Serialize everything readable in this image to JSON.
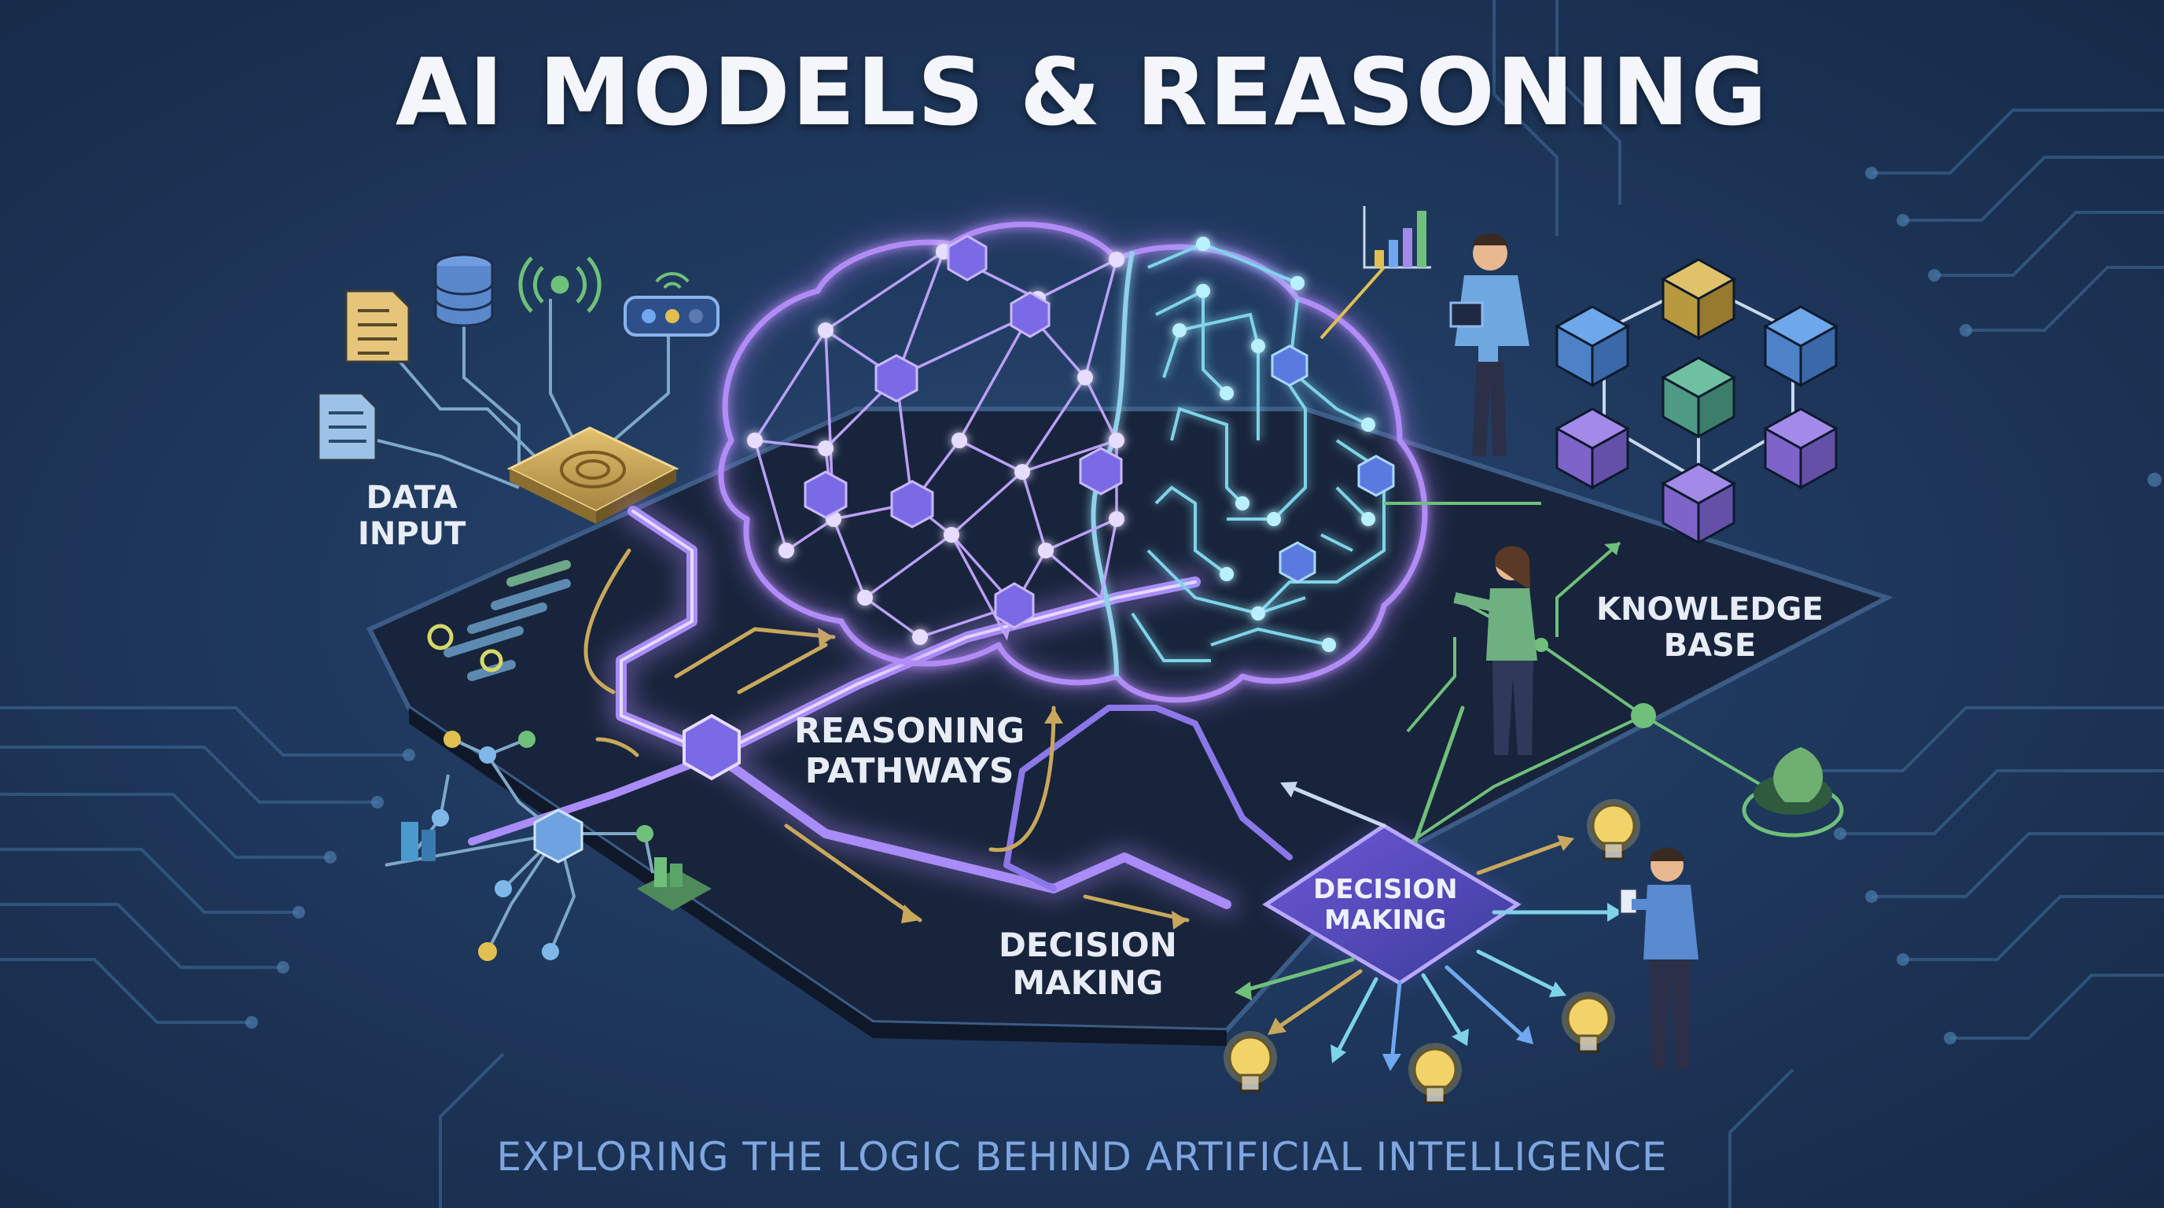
{
  "title": "AI MODELS & REASONING",
  "subtitle": "EXPLORING THE LOGIC BEHIND ARTIFICIAL INTELLIGENCE",
  "labels": {
    "data_input": [
      "DATA",
      "INPUT"
    ],
    "reasoning_pathways": [
      "REASONING",
      "PATHWAYS"
    ],
    "decision_making_board": [
      "DECISION",
      "MAKING"
    ],
    "decision_making_hub": [
      "DECISION",
      "MAKING"
    ],
    "knowledge_base": [
      "KNOWLEDGE",
      "BASE"
    ]
  },
  "icons": [
    "document-icon",
    "database-icon",
    "signal-icon",
    "router-icon",
    "chip-icon",
    "brain-network",
    "bar-chart-icon",
    "person-with-tablet",
    "person-presenting",
    "person-holding-phone",
    "cube-network",
    "lightbulb-icon",
    "plant-node-icon"
  ],
  "colors": {
    "background": "#1b2b4a",
    "board": "#1a2740",
    "purple_glow": "#a77cf0",
    "cyan_glow": "#7fd3e8",
    "gold": "#c9a85c",
    "green": "#6ab06a",
    "title": "#f4f6fb",
    "subtitle": "#7fa6e0"
  }
}
